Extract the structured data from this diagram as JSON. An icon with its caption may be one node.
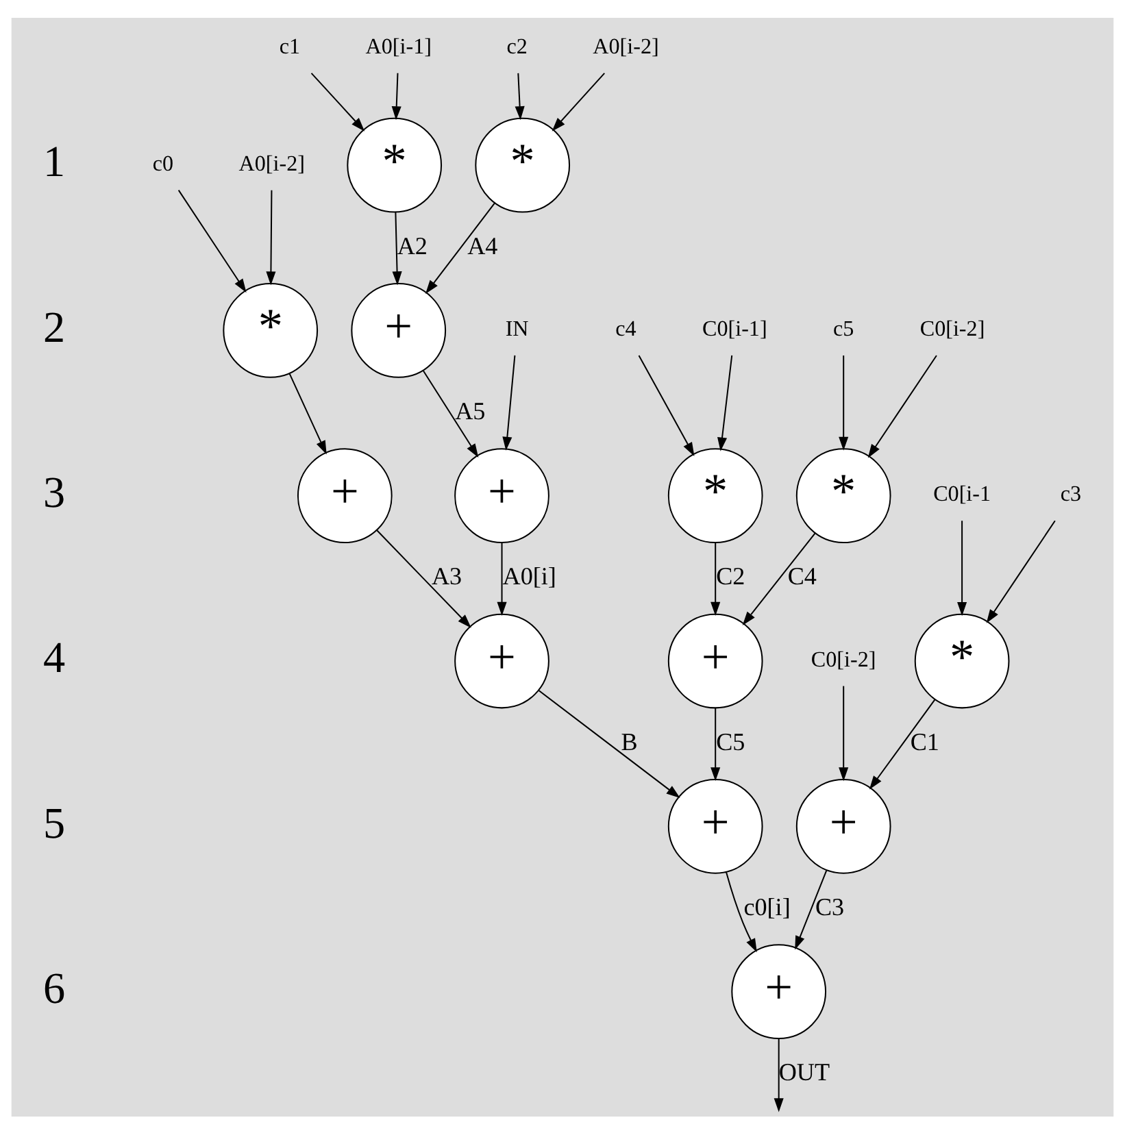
{
  "diagram": {
    "nodes": [
      {
        "text": [
          "c1"
        ]
      },
      {
        "text": [
          "A0[i-1]"
        ]
      },
      {
        "text": [
          "c2"
        ]
      },
      {
        "text": [
          "A0[i-2]"
        ]
      },
      {
        "text": [
          "*"
        ]
      },
      {
        "text": [
          "*"
        ]
      },
      {
        "text": [
          "+"
        ]
      },
      {
        "text": [
          "c0"
        ]
      },
      {
        "text": [
          "A0[i-2]"
        ]
      },
      {
        "text": [
          "*"
        ]
      },
      {
        "text": [
          "IN"
        ]
      },
      {
        "text": [
          "+"
        ]
      },
      {
        "text": [
          "+"
        ]
      },
      {
        "text": [
          "c5"
        ]
      },
      {
        "text": [
          "C0[i-2]"
        ]
      },
      {
        "text": [
          "c4"
        ]
      },
      {
        "text": [
          "C0[i-1]"
        ]
      },
      {
        "text": [
          "*"
        ]
      },
      {
        "text": [
          "*"
        ]
      },
      {
        "text": [
          "c3"
        ]
      },
      {
        "text": [
          "C0[i-1"
        ]
      },
      {
        "text": [
          "+"
        ]
      },
      {
        "text": [
          "+"
        ]
      },
      {
        "text": [
          "*"
        ]
      },
      {
        "text": [
          "C0[i-2]"
        ]
      },
      {
        "text": [
          "+"
        ]
      },
      {
        "text": [
          "+"
        ]
      },
      {
        "text": [
          "+"
        ]
      }
    ],
    "edges": [
      {
        "from": 0,
        "to": 4,
        "arrow": "to"
      },
      {
        "from": 1,
        "to": 4,
        "arrow": "to"
      },
      {
        "from": 2,
        "to": 5,
        "arrow": "to"
      },
      {
        "from": 3,
        "to": 5,
        "arrow": "to"
      },
      {
        "from": 4,
        "to": 6,
        "arrow": "to",
        "label": "A2"
      },
      {
        "from": 5,
        "to": 6,
        "arrow": "to",
        "label": "A4"
      },
      {
        "from": 7,
        "to": 9,
        "arrow": "to"
      },
      {
        "from": 8,
        "to": 9,
        "arrow": "to"
      },
      {
        "from": 6,
        "to": 11,
        "arrow": "to",
        "label": "A5"
      },
      {
        "from": 10,
        "to": 11,
        "arrow": "to"
      },
      {
        "from": 9,
        "to": 12,
        "arrow": "to"
      },
      {
        "from": 13,
        "to": 17,
        "arrow": "to"
      },
      {
        "from": 14,
        "to": 17,
        "arrow": "to"
      },
      {
        "from": 15,
        "to": 18,
        "arrow": "to"
      },
      {
        "from": 16,
        "to": 18,
        "arrow": "to"
      },
      {
        "from": 11,
        "to": 21,
        "arrow": "to",
        "label": "A0[i]"
      },
      {
        "from": 12,
        "to": 21,
        "arrow": "to",
        "label": "A3"
      },
      {
        "from": 17,
        "to": 22,
        "arrow": "to",
        "label": "C4"
      },
      {
        "from": 18,
        "to": 22,
        "arrow": "to",
        "label": "C2"
      },
      {
        "from": 19,
        "to": 23,
        "arrow": "to"
      },
      {
        "from": 20,
        "to": 23,
        "arrow": "to"
      },
      {
        "from": 21,
        "to": 25,
        "arrow": "to",
        "label": "B"
      },
      {
        "from": 22,
        "to": 25,
        "arrow": "to",
        "label": "C5"
      },
      {
        "from": 24,
        "to": 26,
        "arrow": "to"
      },
      {
        "from": 23,
        "to": 26,
        "arrow": "to",
        "label": "C1"
      },
      {
        "from": 25,
        "to": 27,
        "arrow": "to",
        "label": "c0[i]"
      },
      {
        "from": 26,
        "to": 27,
        "arrow": "to",
        "label": "C3"
      },
      {
        "from": 27,
        "to": null,
        "arrow": "to",
        "label": "OUT"
      }
    ],
    "labels": [
      "1",
      "2",
      "3",
      "4",
      "5",
      "6"
    ]
  }
}
